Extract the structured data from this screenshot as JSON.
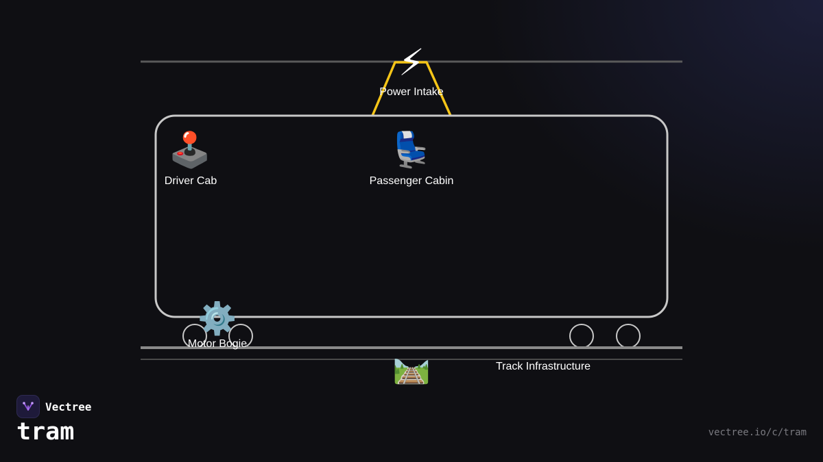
{
  "brand": {
    "name": "Vectree",
    "logo_icon": "vectree-logo-icon"
  },
  "page": {
    "title": "tram",
    "url": "vectree.io/c/tram"
  },
  "diagram": {
    "nodes": [
      {
        "id": "power-intake",
        "label": "Power Intake",
        "icon": "⚡",
        "icon_name": "lightning-icon"
      },
      {
        "id": "driver-cab",
        "label": "Driver Cab",
        "icon": "🕹️",
        "icon_name": "joystick-icon"
      },
      {
        "id": "passenger-cabin",
        "label": "Passenger Cabin",
        "icon": "💺",
        "icon_name": "seat-icon"
      },
      {
        "id": "motor-bogie",
        "label": "Motor Bogie",
        "icon": "⚙️",
        "icon_name": "gear-icon"
      },
      {
        "id": "track-infrastructure",
        "label": "Track Infrastructure",
        "icon": "🛤️",
        "icon_name": "railway-track-icon"
      }
    ],
    "colors": {
      "body_outline": "#c8c8c8",
      "pantograph": "#f5c518",
      "wires": "#5a5a5a",
      "background": "#0f0f13"
    }
  }
}
